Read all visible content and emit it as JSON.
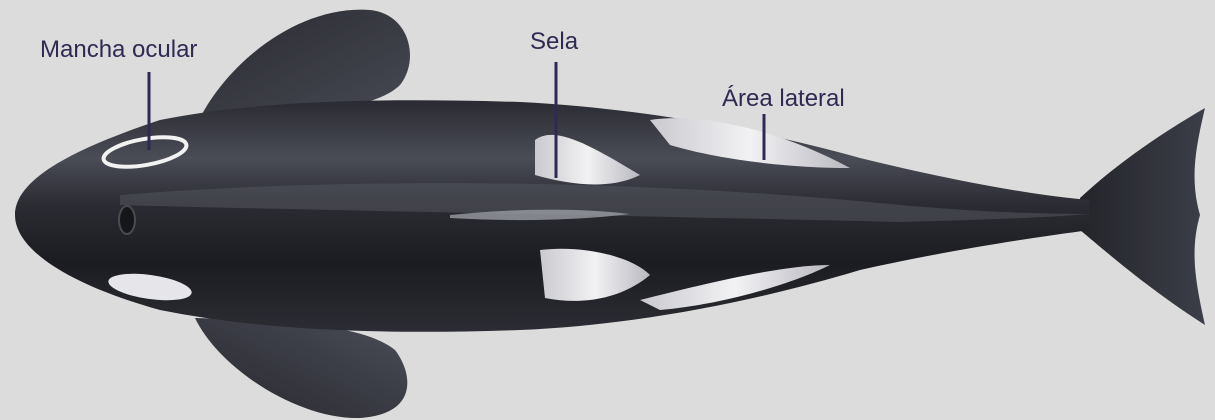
{
  "labels": {
    "eye_patch": "Mancha ocular",
    "saddle": "Sela",
    "lateral_area": "Área lateral"
  },
  "colors": {
    "background": "#dcdcdc",
    "body_dark": "#1f2026",
    "body_mid": "#3a3c45",
    "patch_white": "#f2f2f2",
    "label_text": "#2e2a52",
    "leader_line": "#2e2a52"
  }
}
